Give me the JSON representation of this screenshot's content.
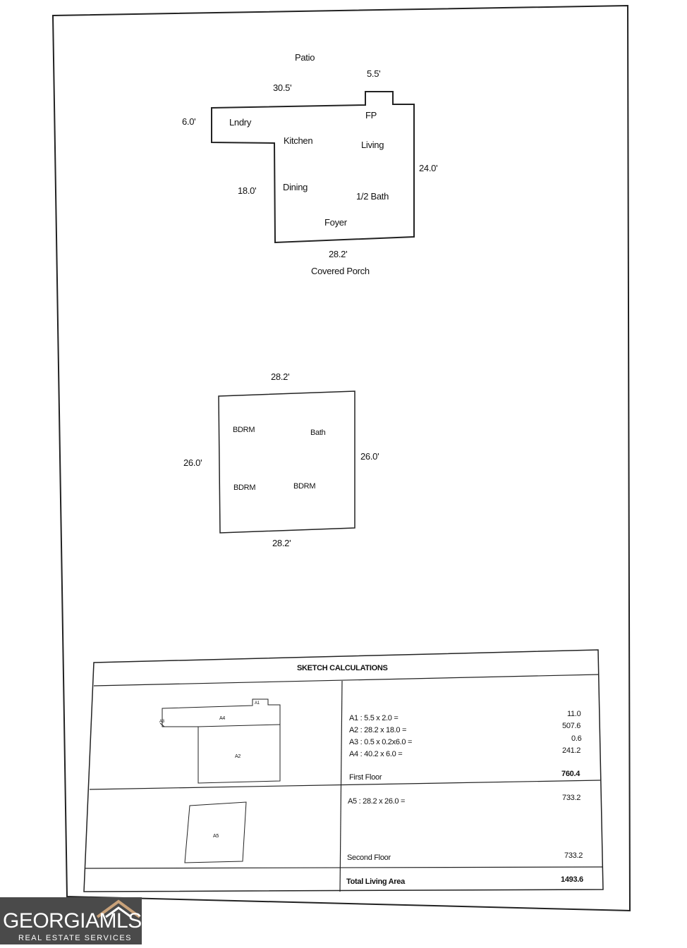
{
  "first_floor": {
    "patio": "Patio",
    "dim_top": "30.5'",
    "dim_fp": "5.5'",
    "dim_left": "6.0'",
    "dim_right": "24.0'",
    "dim_inner_left": "18.0'",
    "dim_bottom": "28.2'",
    "covered_porch": "Covered Porch",
    "rooms": {
      "lndry": "Lndry",
      "fp": "FP",
      "kitchen": "Kitchen",
      "living": "Living",
      "dining": "Dining",
      "half_bath": "1/2 Bath",
      "foyer": "Foyer"
    }
  },
  "second_floor": {
    "dim_top": "28.2'",
    "dim_bottom": "28.2'",
    "dim_left": "26.0'",
    "dim_right": "26.0'",
    "rooms": {
      "bdrm1": "BDRM",
      "bath": "Bath",
      "bdrm2": "BDRM",
      "bdrm3": "BDRM"
    }
  },
  "calculations": {
    "title": "SKETCH CALCULATIONS",
    "thumb_labels": {
      "a1": "A1",
      "a2": "A2",
      "a3": "A3",
      "a4": "A4",
      "a5": "A5"
    },
    "first_floor_rows": [
      {
        "expr": "A1 : 5.5 x 2.0 =",
        "value": "11.0"
      },
      {
        "expr": "A2 : 28.2 x 18.0 =",
        "value": "507.6"
      },
      {
        "expr": "A3 : 0.5 x 0.2x6.0 =",
        "value": "0.6"
      },
      {
        "expr": "A4 : 40.2 x 6.0 =",
        "value": "241.2"
      }
    ],
    "first_floor_label": "First Floor",
    "first_floor_total": "760.4",
    "second_floor_rows": [
      {
        "expr": "A5 : 28.2 x 26.0 =",
        "value": "733.2"
      }
    ],
    "second_floor_label": "Second Floor",
    "second_floor_total": "733.2",
    "total_label": "Total Living Area",
    "total_value": "1493.6"
  },
  "logo": {
    "brand": "GEORGIAMLS",
    "tagline": "REAL ESTATE SERVICES"
  }
}
